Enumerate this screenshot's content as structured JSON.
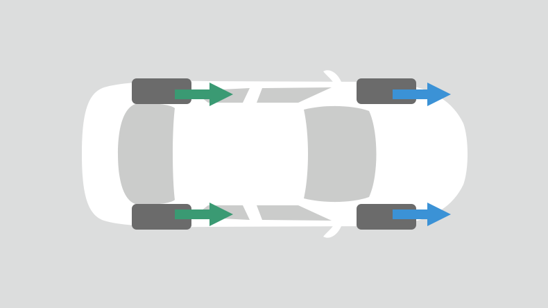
{
  "diagram": {
    "subject": "car-top-view-all-wheel-drive",
    "colors": {
      "background": "#dcdddd",
      "body": "#ffffff",
      "glass": "#cbcccb",
      "tire": "#6b6b6b",
      "rear_arrow": "#3a9a73",
      "front_arrow": "#3b92d6"
    },
    "wheels": [
      {
        "id": "rear-left",
        "arrow_color": "rear_arrow"
      },
      {
        "id": "rear-right",
        "arrow_color": "rear_arrow"
      },
      {
        "id": "front-left",
        "arrow_color": "front_arrow"
      },
      {
        "id": "front-right",
        "arrow_color": "front_arrow"
      }
    ],
    "arrow_direction": "right"
  }
}
